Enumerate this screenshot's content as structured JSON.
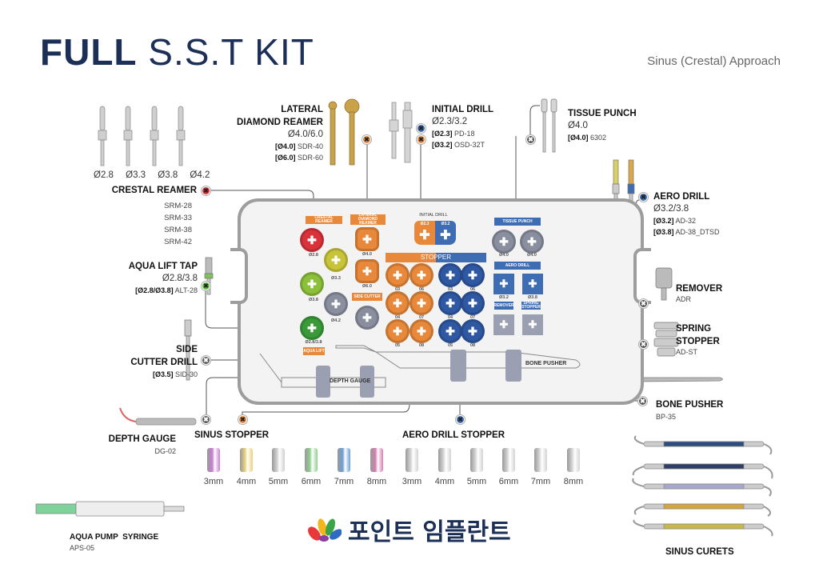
{
  "title": {
    "bold": "FULL",
    "rest": " S.S.T KIT"
  },
  "subtitle": "Sinus (Crestal) Approach",
  "crestal_reamer": {
    "sizes": [
      "Ø2.8",
      "Ø3.3",
      "Ø3.8",
      "Ø4.2"
    ],
    "name": "CRESTAL REAMER",
    "codes": [
      "SRM-28",
      "SRM-33",
      "SRM-38",
      "SRM-42"
    ]
  },
  "lateral_reamer": {
    "name1": "LATERAL",
    "name2": "DIAMOND REAMER",
    "size": "Ø4.0/6.0",
    "codes": [
      {
        "k": "[Ø4.0]",
        "v": " SDR-40"
      },
      {
        "k": "[Ø6.0]",
        "v": " SDR-60"
      }
    ]
  },
  "initial_drill": {
    "name": "INITIAL DRILL",
    "size": "Ø2.3/3.2",
    "codes": [
      {
        "k": "[Ø2.3]",
        "v": " PD-18"
      },
      {
        "k": "[Ø3.2]",
        "v": " OSD-32T"
      }
    ]
  },
  "tissue_punch": {
    "name": "TISSUE PUNCH",
    "size": "Ø4.0",
    "code": {
      "k": "[Ø4.0]",
      "v": " 6302"
    }
  },
  "aero_drill": {
    "name": "AERO DRILL",
    "size": "Ø3.2/3.8",
    "codes": [
      {
        "k": "[Ø3.2]",
        "v": " AD-32"
      },
      {
        "k": "[Ø3.8]",
        "v": " AD-38_DTSD"
      }
    ]
  },
  "aqua_lift": {
    "name": "AQUA LIFT TAP",
    "size": "Ø2.8/3.8",
    "code": {
      "k": "[Ø2.8/Ø3.8]",
      "v": " ALT-28"
    }
  },
  "side_cutter": {
    "name1": "SIDE",
    "name2": "CUTTER DRILL",
    "code": {
      "k": "[Ø3.5]",
      "v": " SID-30"
    }
  },
  "depth_gauge": {
    "name": "DEPTH GAUGE",
    "code": "DG-02"
  },
  "sinus_stopper": {
    "name": "SINUS STOPPER",
    "sizes": [
      "3mm",
      "4mm",
      "5mm",
      "6mm",
      "7mm",
      "8mm"
    ],
    "colors": [
      "#c77fd0",
      "#e8d27a",
      "#d0d0d0",
      "#8fcf8f",
      "#6d9fd6",
      "#d77fb3"
    ]
  },
  "aero_stopper": {
    "name": "AERO DRILL STOPPER",
    "sizes": [
      "3mm",
      "4mm",
      "5mm",
      "6mm",
      "7mm",
      "8mm"
    ]
  },
  "remover": {
    "name": "REMOVER",
    "code": "ADR"
  },
  "spring_stopper": {
    "name1": "SPRING",
    "name2": "STOPPER",
    "code": "AD-ST"
  },
  "bone_pusher": {
    "name": "BONE PUSHER",
    "code": "BP-35"
  },
  "curets": {
    "name": "SINUS CURETS"
  },
  "syringe": {
    "name": "AQUA PUMP  SYRINGE",
    "code": "APS-05"
  },
  "logo": {
    "text": "포인트 임플란트"
  },
  "tray": {
    "crestal_label": "CRESTAL REAMER",
    "lateral_label": "LATERAL DIAMOND REAMER",
    "side_cutter_label": "SIDE CUTTER",
    "aqua_lift_label": "AQUA LIFT",
    "initial_label": "INITIAL DRILL",
    "initial_sizes": [
      "Ø2.3",
      "Ø3.2"
    ],
    "stopper_label": "STOPPER",
    "tissue_label": "TISSUE PUNCH",
    "aero_label": "AERO DRILL",
    "remover_label": "REMOVER",
    "spring_label": "SPRING STOPPER",
    "depth_label": "DEPTH GAUGE",
    "bone_label": "BONE PUSHER",
    "crestal_wells": [
      "Ø2.8",
      "Ø3.3",
      "Ø3.8",
      "Ø4.2"
    ],
    "aqua_well": "Ø2.8/3.8",
    "lateral_wells": [
      "Ø4.0",
      "Ø6.0"
    ],
    "stopper_wells": [
      "03",
      "06",
      "04",
      "07",
      "05",
      "08"
    ],
    "tissue_wells": [
      "Ø4.0",
      "Ø4.0"
    ],
    "aero_wells": [
      "Ø3.2",
      "Ø3.8"
    ]
  },
  "colors": {
    "navy": "#1b2f57",
    "orange": "#e8883a",
    "blue": "#3f6db3",
    "red": "#d9323a"
  }
}
